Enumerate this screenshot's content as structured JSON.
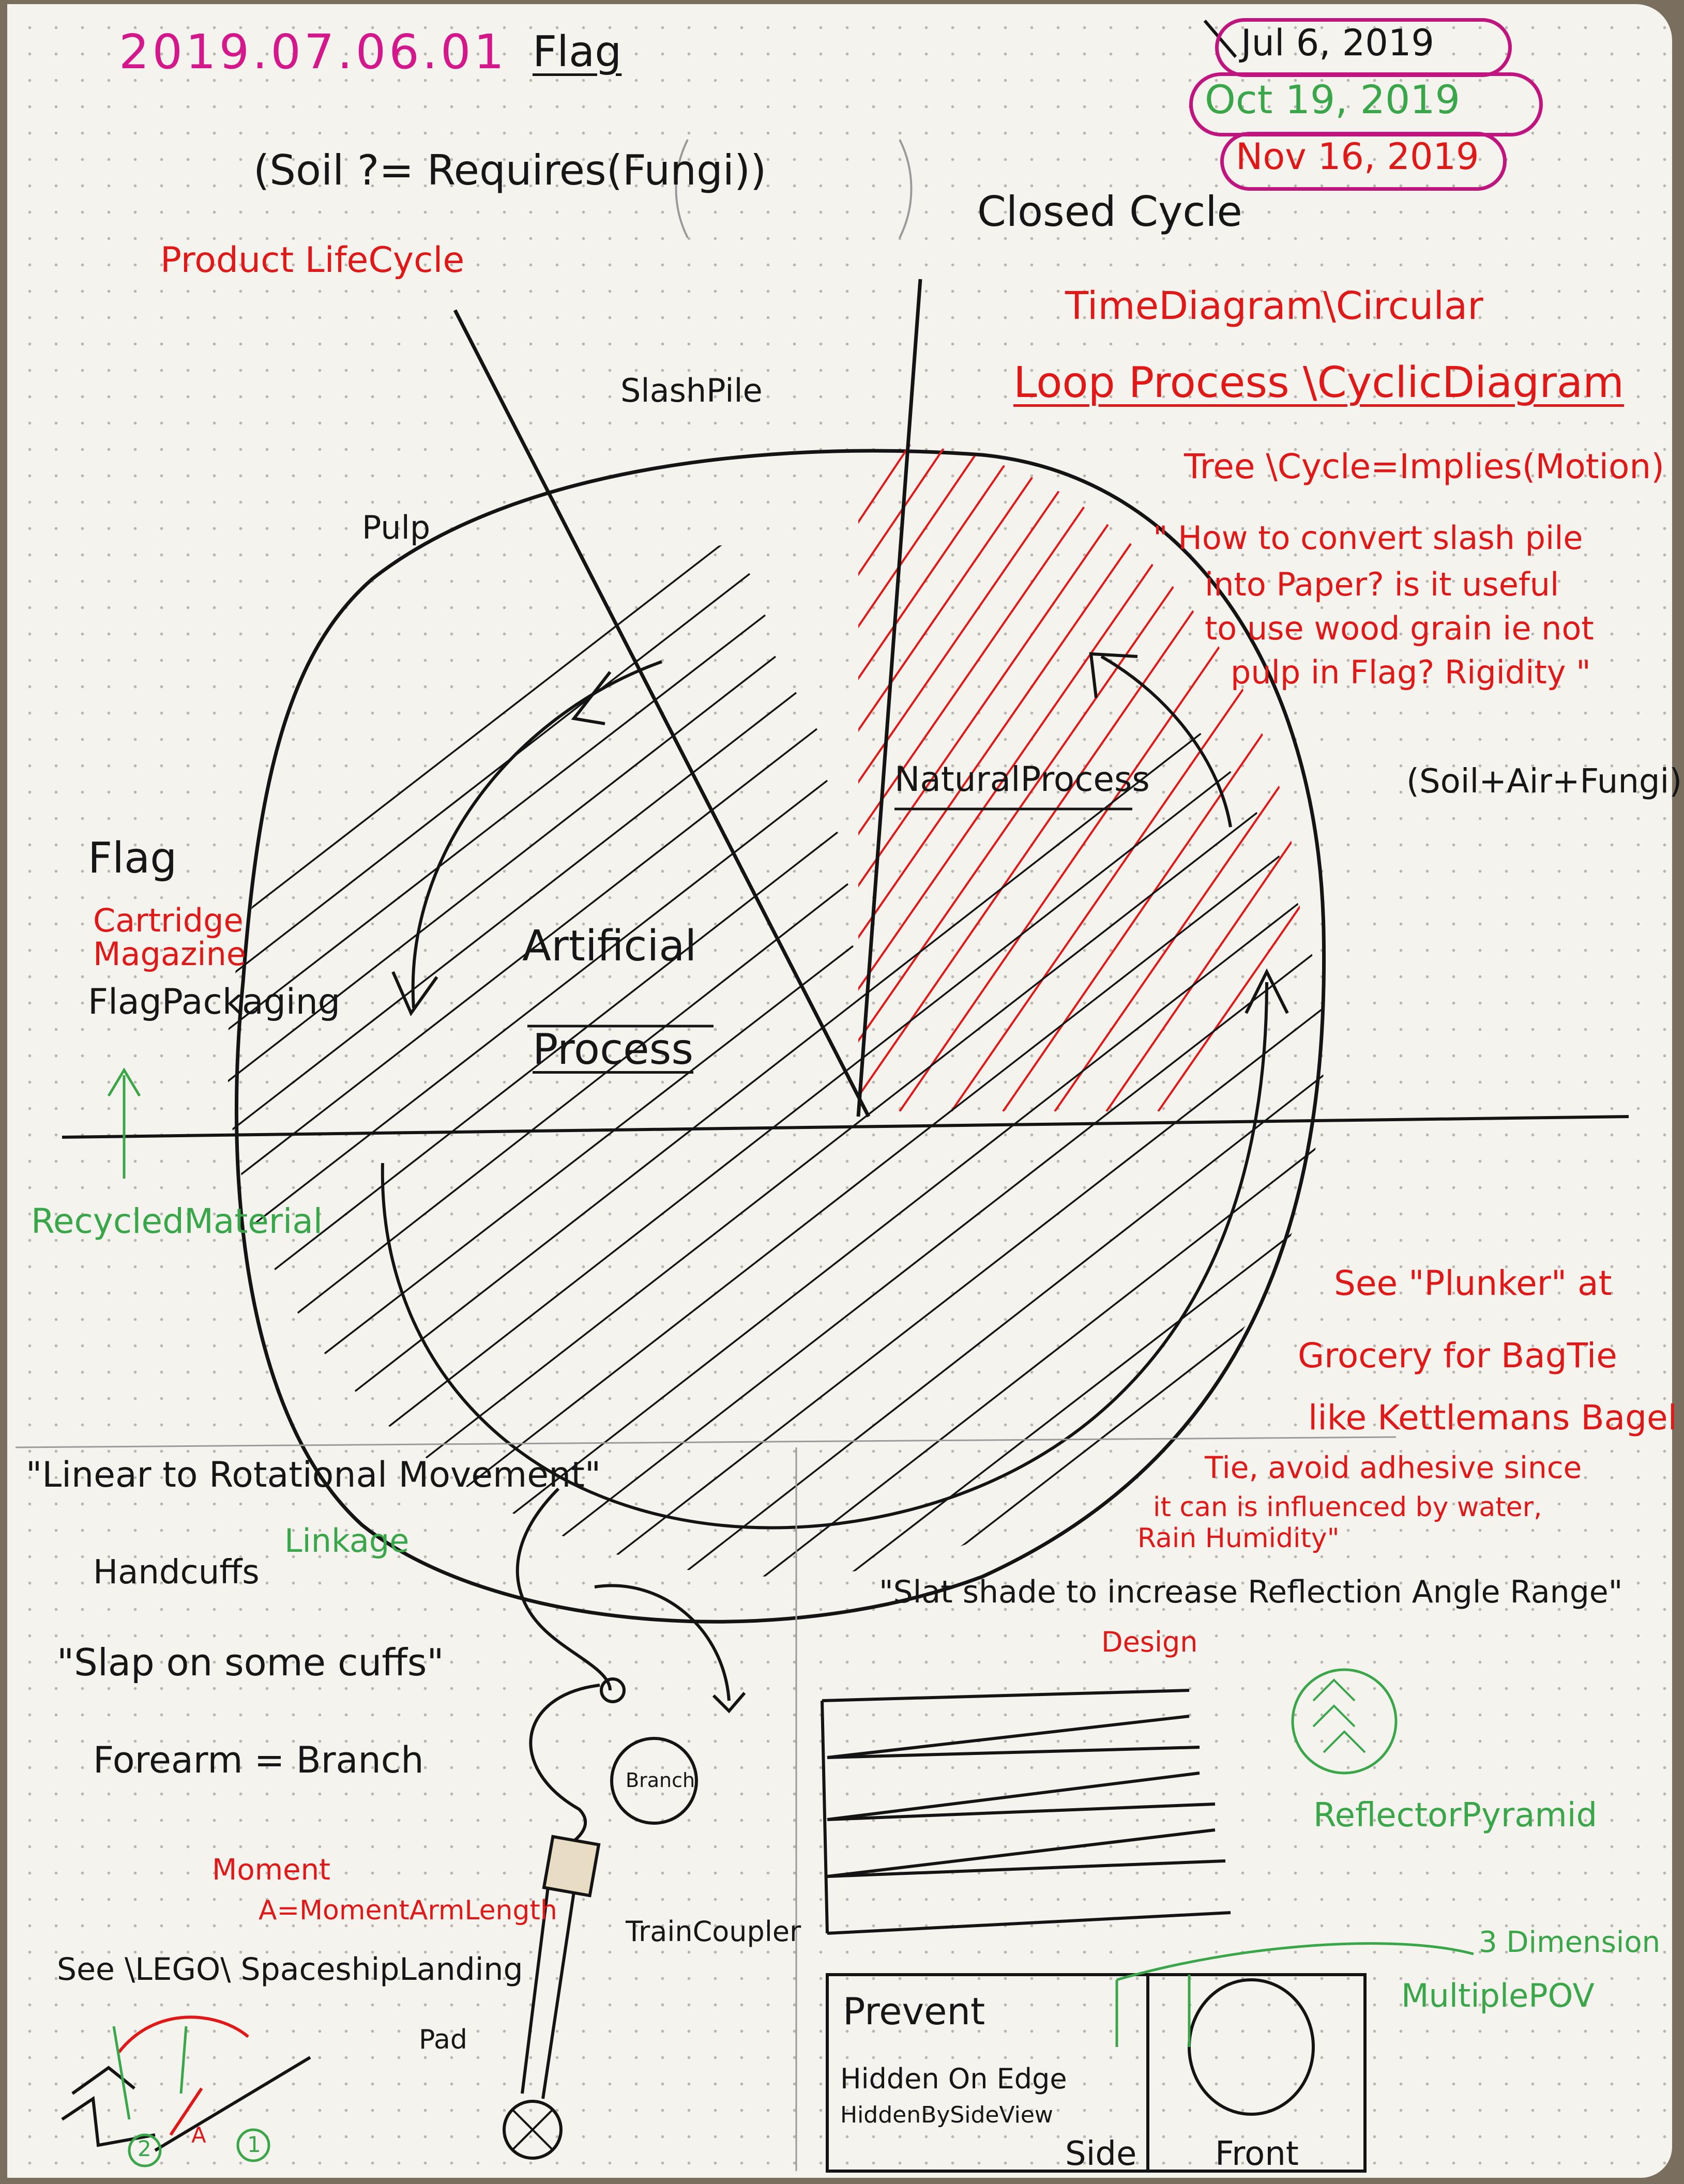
{
  "header": {
    "code": "2019.07.06.01",
    "title": "Flag",
    "dates": [
      "Jul 6, 2019",
      "Oct 19, 2019",
      "Nov 16, 2019"
    ],
    "formula": "(Soil ?= Requires(Fungi))"
  },
  "diagram": {
    "product_lifecycle": "Product LifeCycle",
    "closed_cycle": "Closed Cycle",
    "time_diagram": "TimeDiagram\\Circular",
    "loop_process": "Loop Process \\CyclicDiagram",
    "tree_implies": "Tree \\Cycle=Implies(Motion)",
    "question_l1": "\" How to convert slash pile",
    "question_l2": "into Paper? is it useful",
    "question_l3": "to use wood grain ie not",
    "question_l4": "pulp in Flag? Rigidity \"",
    "soil_air_fungi": "(Soil+Air+Fungi)",
    "slash_pile": "SlashPile",
    "pulp": "Pulp",
    "natural_process": "NaturalProcess",
    "artificial_process_1": "Artificial",
    "artificial_process_2": "Process",
    "flag": "Flag",
    "cartridge": "Cartridge",
    "magazine": "Magazine",
    "flag_packaging": "FlagPackaging",
    "recycled_material": "RecycledMaterial",
    "plunker_l1": "See \"Plunker\" at",
    "plunker_l2": "Grocery for BagTie",
    "plunker_l3": "like Kettlemans Bagel",
    "plunker_l4": "Tie, avoid adhesive since",
    "plunker_l5": "it can is influenced by water,",
    "plunker_l6": "Rain Humidity\""
  },
  "lower": {
    "linear_rotational": "\"Linear to Rotational Movement\"",
    "linkage": "Linkage",
    "handcuffs": "Handcuffs",
    "slap_cuffs": "\"Slap on some cuffs\"",
    "forearm": "Forearm = Branch",
    "branch": "Branch",
    "moment": "Moment",
    "moment_arm": "A=MomentArmLength",
    "see_lego": "See \\LEGO\\ SpaceshipLanding",
    "pad": "Pad",
    "train_coupler": "TrainCoupler",
    "slat_shade": "\"Slat shade to increase Reflection Angle Range\"",
    "design": "Design",
    "reflector_pyramid": "ReflectorPyramid",
    "prevent": "Prevent",
    "hidden_on_edge": "Hidden On Edge",
    "hidden_by_side_view": "HiddenBySideView",
    "side": "Side",
    "front": "Front",
    "three_dimension": "3 Dimension",
    "multiple_pov": "MultiplePOV",
    "circled_2": "2",
    "circled_a": "A",
    "circled_1": "1"
  }
}
